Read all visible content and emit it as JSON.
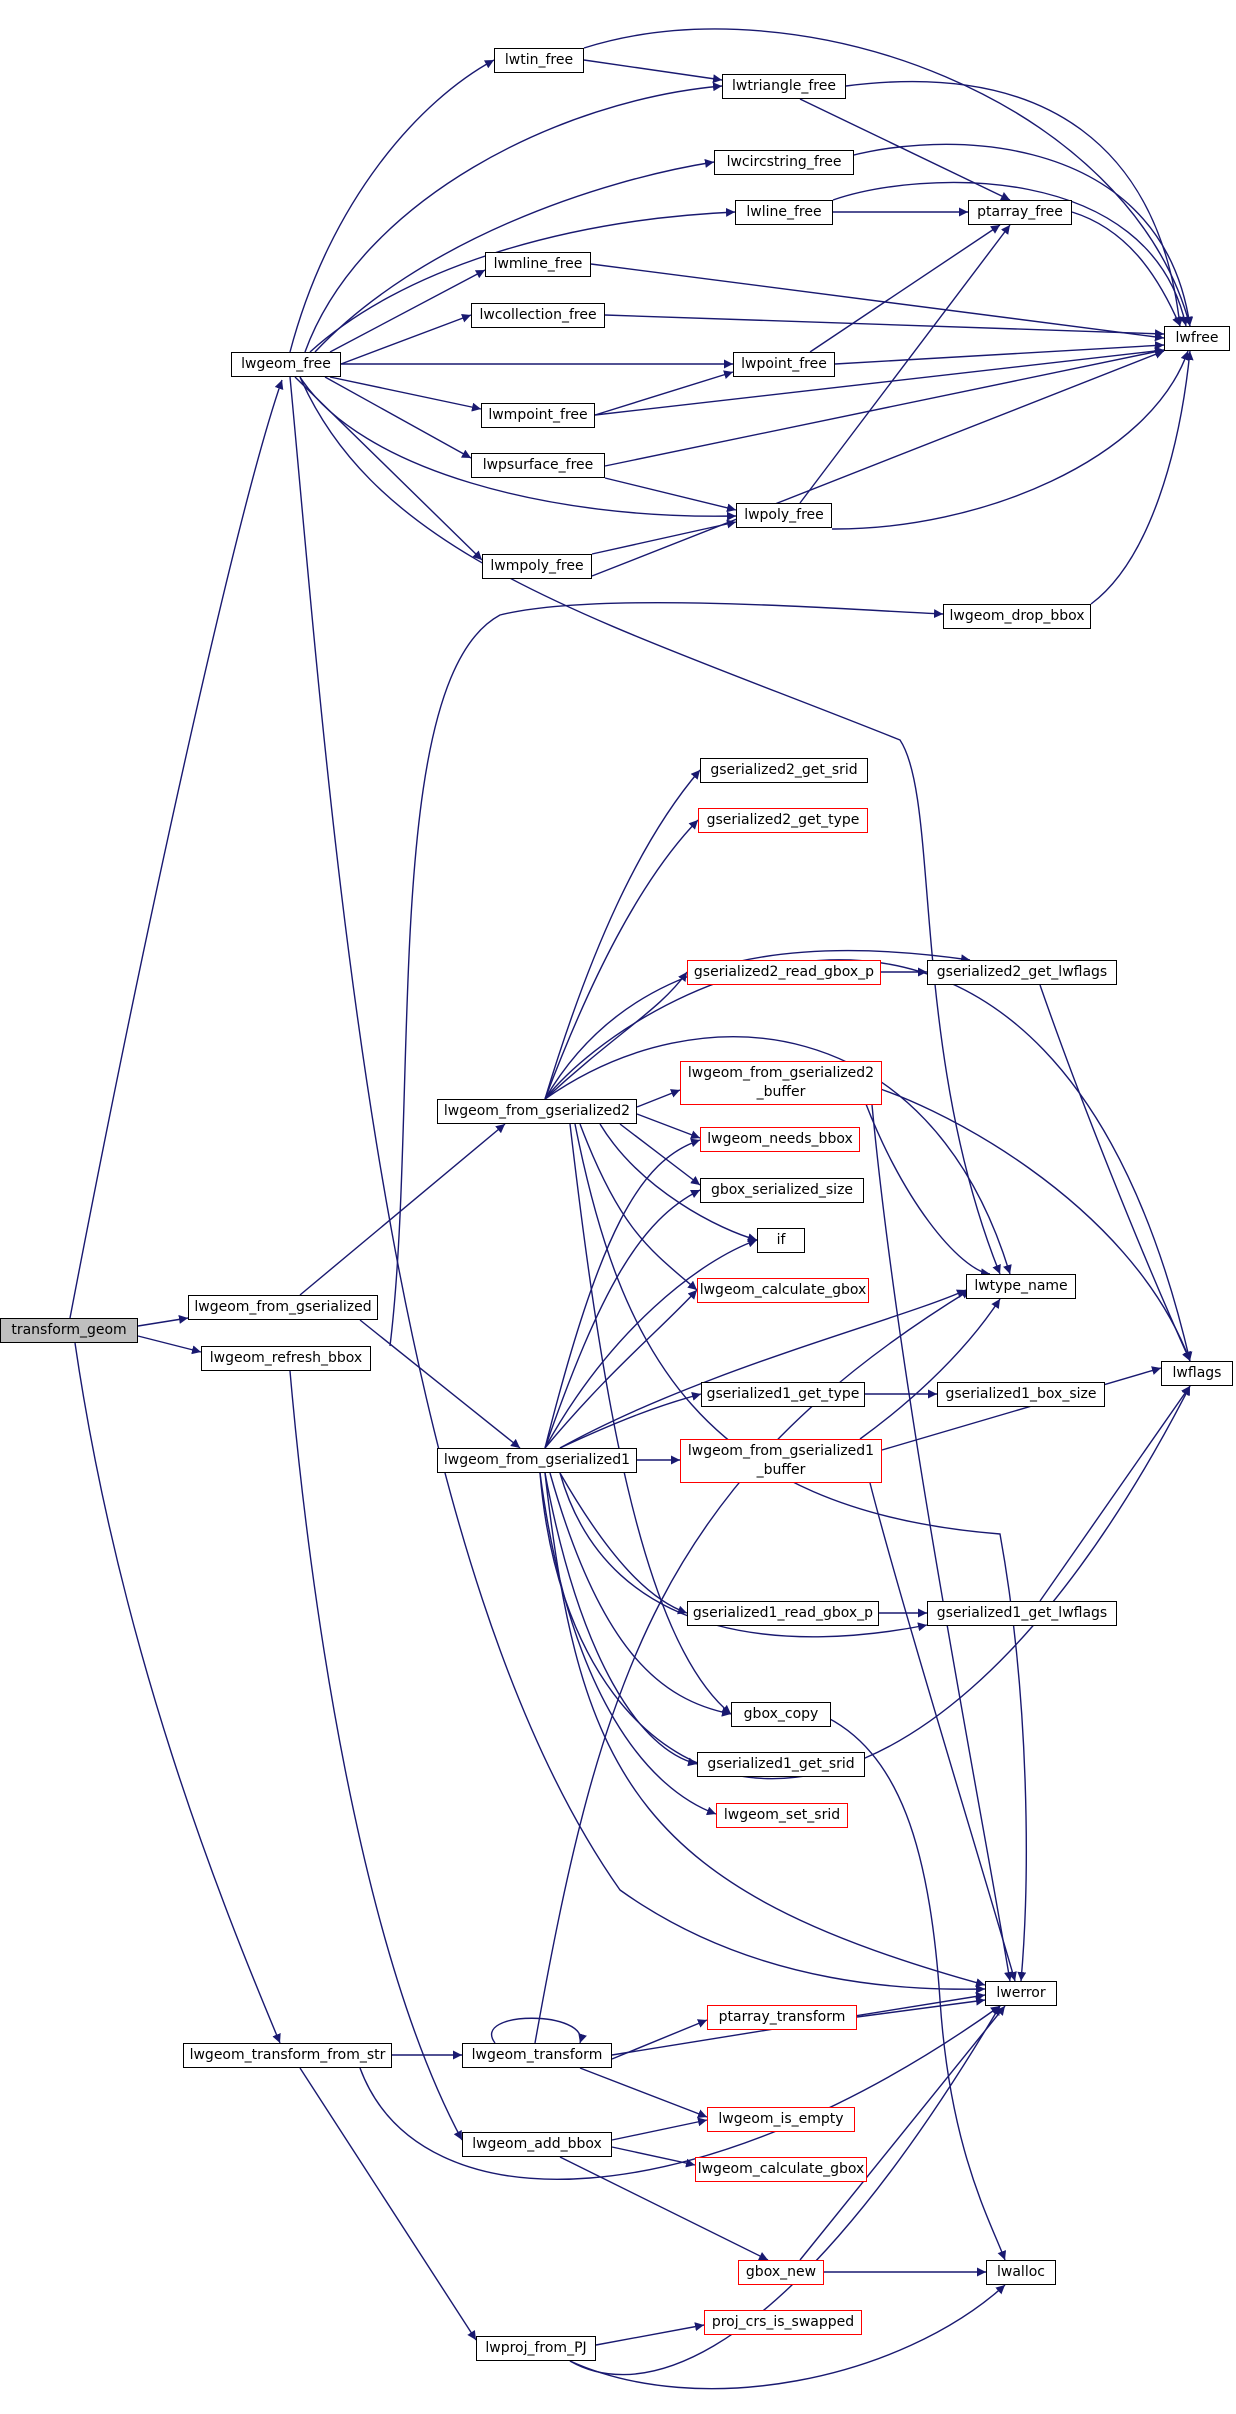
{
  "colors": {
    "edge": "#191970",
    "red_border": "#ff0000",
    "root_fill": "#bfbfbf",
    "node_border": "#000000"
  },
  "nodes": {
    "transform_geom": "transform_geom",
    "lwgeom_free": "lwgeom_free",
    "lwgeom_from_gserialized": "lwgeom_from_gserialized",
    "lwgeom_refresh_bbox": "lwgeom_refresh_bbox",
    "lwgeom_transform_from_str": "lwgeom_transform_from_str",
    "lwtin_free": "lwtin_free",
    "lwtriangle_free": "lwtriangle_free",
    "lwcircstring_free": "lwcircstring_free",
    "lwline_free": "lwline_free",
    "lwmline_free": "lwmline_free",
    "lwcollection_free": "lwcollection_free",
    "lwpoint_free": "lwpoint_free",
    "lwmpoint_free": "lwmpoint_free",
    "lwpsurface_free": "lwpsurface_free",
    "lwpoly_free": "lwpoly_free",
    "lwmpoly_free": "lwmpoly_free",
    "lwgeom_drop_bbox": "lwgeom_drop_bbox",
    "ptarray_free": "ptarray_free",
    "lwfree": "lwfree",
    "gserialized2_get_srid": "gserialized2_get_srid",
    "gserialized2_get_type": "gserialized2_get_type",
    "gserialized2_read_gbox_p": "gserialized2_read_gbox_p",
    "gserialized2_get_lwflags": "gserialized2_get_lwflags",
    "lwgeom_from_gserialized2": "lwgeom_from_gserialized2",
    "lwgeom_from_gserialized2_buffer_l1": "lwgeom_from_gserialized2",
    "lwgeom_from_gserialized2_buffer_l2": "_buffer",
    "lwgeom_needs_bbox": "lwgeom_needs_bbox",
    "gbox_serialized_size": "gbox_serialized_size",
    "if": "if",
    "lwgeom_calculate_gbox_1": "lwgeom_calculate_gbox",
    "lwtype_name": "lwtype_name",
    "lwflags": "lwflags",
    "gserialized1_get_type": "gserialized1_get_type",
    "gserialized1_box_size": "gserialized1_box_size",
    "lwgeom_from_gserialized1": "lwgeom_from_gserialized1",
    "lwgeom_from_gserialized1_buffer_l1": "lwgeom_from_gserialized1",
    "lwgeom_from_gserialized1_buffer_l2": "_buffer",
    "gserialized1_read_gbox_p": "gserialized1_read_gbox_p",
    "gserialized1_get_lwflags": "gserialized1_get_lwflags",
    "gbox_copy": "gbox_copy",
    "gserialized1_get_srid": "gserialized1_get_srid",
    "lwgeom_set_srid": "lwgeom_set_srid",
    "lwerror": "lwerror",
    "ptarray_transform": "ptarray_transform",
    "lwgeom_transform": "lwgeom_transform",
    "lwgeom_is_empty": "lwgeom_is_empty",
    "lwgeom_add_bbox": "lwgeom_add_bbox",
    "lwgeom_calculate_gbox_2": "lwgeom_calculate_gbox",
    "gbox_new": "gbox_new",
    "lwalloc": "lwalloc",
    "proj_crs_is_swapped": "proj_crs_is_swapped",
    "lwproj_from_PJ": "lwproj_from_PJ"
  }
}
